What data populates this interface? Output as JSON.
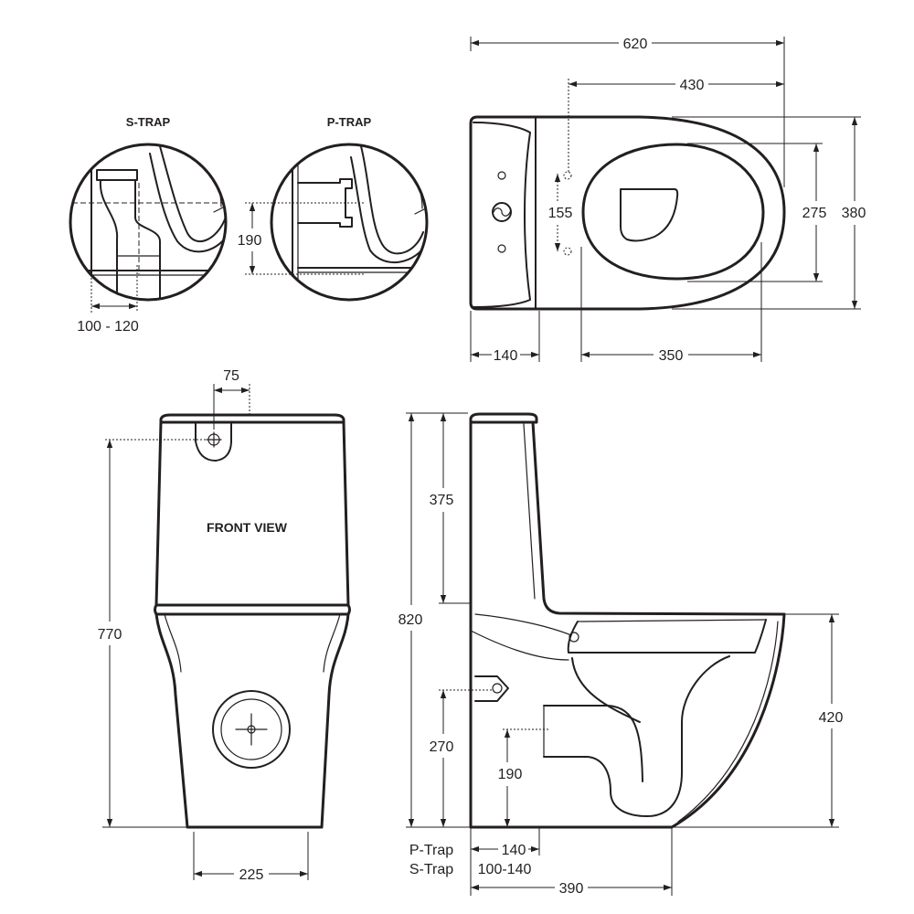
{
  "trap_details": {
    "s_trap_label": "S-TRAP",
    "p_trap_label": "P-TRAP",
    "p_trap_outlet_height": "190",
    "s_trap_setout": "100 - 120"
  },
  "plan_view": {
    "overall_length": "620",
    "seat_length": "430",
    "fixing_hole_spacing": "155",
    "seat_width": "275",
    "overall_width": "380",
    "cistern_depth": "140",
    "seat_front": "350"
  },
  "front_view": {
    "title": "FRONT VIEW",
    "inlet_offset": "75",
    "inlet_height": "770",
    "base_width": "225"
  },
  "side_view": {
    "overall_height": "820",
    "cistern_height": "375",
    "fixing_height": "270",
    "p_trap_outlet_height": "190",
    "pan_height": "420",
    "p_trap_label": "P-Trap",
    "p_trap_setout": "140",
    "s_trap_label": "S-Trap",
    "s_trap_setout": "100-140",
    "overall_projection": "390"
  },
  "colors": {
    "line": "#231f20",
    "background": "#ffffff"
  }
}
